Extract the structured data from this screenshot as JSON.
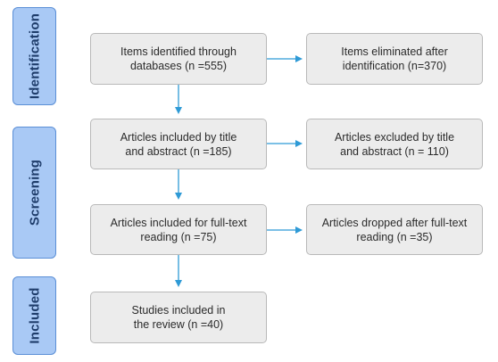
{
  "phases": [
    {
      "label": "Identification"
    },
    {
      "label": "Screening"
    },
    {
      "label": "Included"
    }
  ],
  "boxes": {
    "identified": {
      "line1": "Items identified through",
      "line2": "databases (n =555)"
    },
    "eliminated": {
      "line1": "Items eliminated after",
      "line2": "identification (n=370)"
    },
    "title_abstract_included": {
      "line1": "Articles included by title",
      "line2": "and abstract (n =185)"
    },
    "title_abstract_excluded": {
      "line1": "Articles excluded by title",
      "line2": "and abstract (n = 110)"
    },
    "fulltext_included": {
      "line1": "Articles included for full-text",
      "line2": "reading (n =75)"
    },
    "fulltext_dropped": {
      "line1": "Articles dropped after full-text",
      "line2": "reading (n =35)"
    },
    "studies_included": {
      "line1": "Studies included in",
      "line2": "the review (n =40)"
    }
  },
  "colors": {
    "phase_fill": "#a9c9f5",
    "phase_border": "#5b8fd6",
    "box_fill": "#ececec",
    "arrow": "#2e9ad6"
  }
}
